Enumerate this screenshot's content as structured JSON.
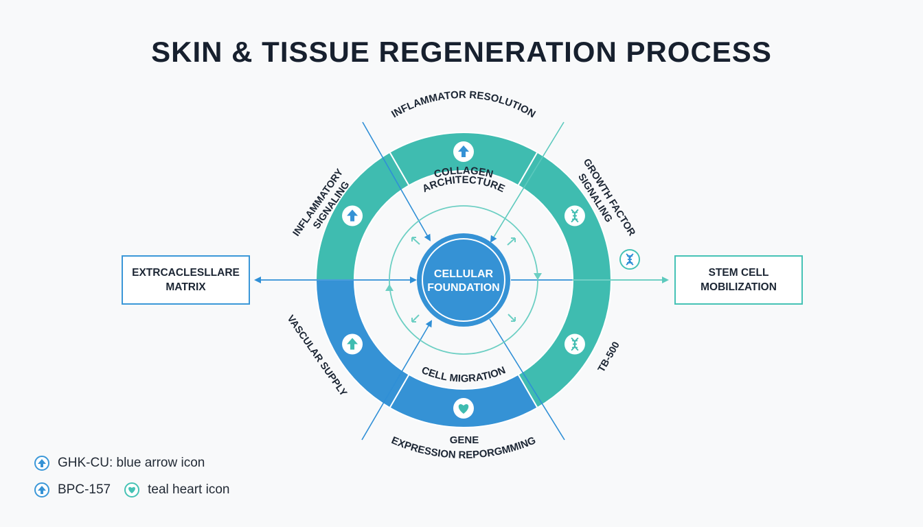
{
  "title": "SKIN & TISSUE REGENERATION PROCESS",
  "colors": {
    "teal": "#3fbcb0",
    "blue": "#3592d5",
    "teal_line": "#5cc9bd",
    "blue_line": "#2f8fd6",
    "center_fill": "#3592d5",
    "text_dark": "#1c2634"
  },
  "center": {
    "label_line1": "CELLULAR",
    "label_line2": "FOUNDATION"
  },
  "inner_ring_labels": {
    "top_line1": "COLLAGEN",
    "top_line2": "ARCHITECTURE",
    "bottom": "CELL MIGRATION"
  },
  "outer_labels": {
    "top": "INFLAMMATOR RESOLUTION",
    "top_left_line1": "INFLAMMATORY",
    "top_left_line2": "SIGNALING",
    "top_right_line1": "GROWTH FACTOR",
    "top_right_line2": "SIGNALING",
    "bottom_left": "VASCULAR SUPPLY",
    "bottom_right": "TB-500",
    "bottom_line1": "GENE",
    "bottom_line2": "EXPRESSION REPORGMMING"
  },
  "ring_segments": [
    {
      "name": "top-left",
      "color": "teal",
      "icon": "arrow-up-icon",
      "icon_color": "blue"
    },
    {
      "name": "top",
      "color": "teal",
      "icon": "arrow-up-icon",
      "icon_color": "blue"
    },
    {
      "name": "top-right",
      "color": "teal",
      "icon": "dna-icon",
      "icon_color": "teal"
    },
    {
      "name": "bottom-right",
      "color": "teal",
      "icon": "dna-icon",
      "icon_color": "teal"
    },
    {
      "name": "bottom",
      "color": "blue",
      "icon": "heart-icon",
      "icon_color": "teal"
    },
    {
      "name": "bottom-left",
      "color": "blue",
      "icon": "arrow-up-icon",
      "icon_color": "teal"
    }
  ],
  "side_boxes": {
    "left": "EXTRCACLESLLARE\nMATRIX",
    "right": "STEM CELL\nMOBILIZATION"
  },
  "legend": {
    "row1": "GHK-CU: blue arrow icon",
    "row2_a": "BPC-157",
    "row2_b": "teal heart icon"
  }
}
